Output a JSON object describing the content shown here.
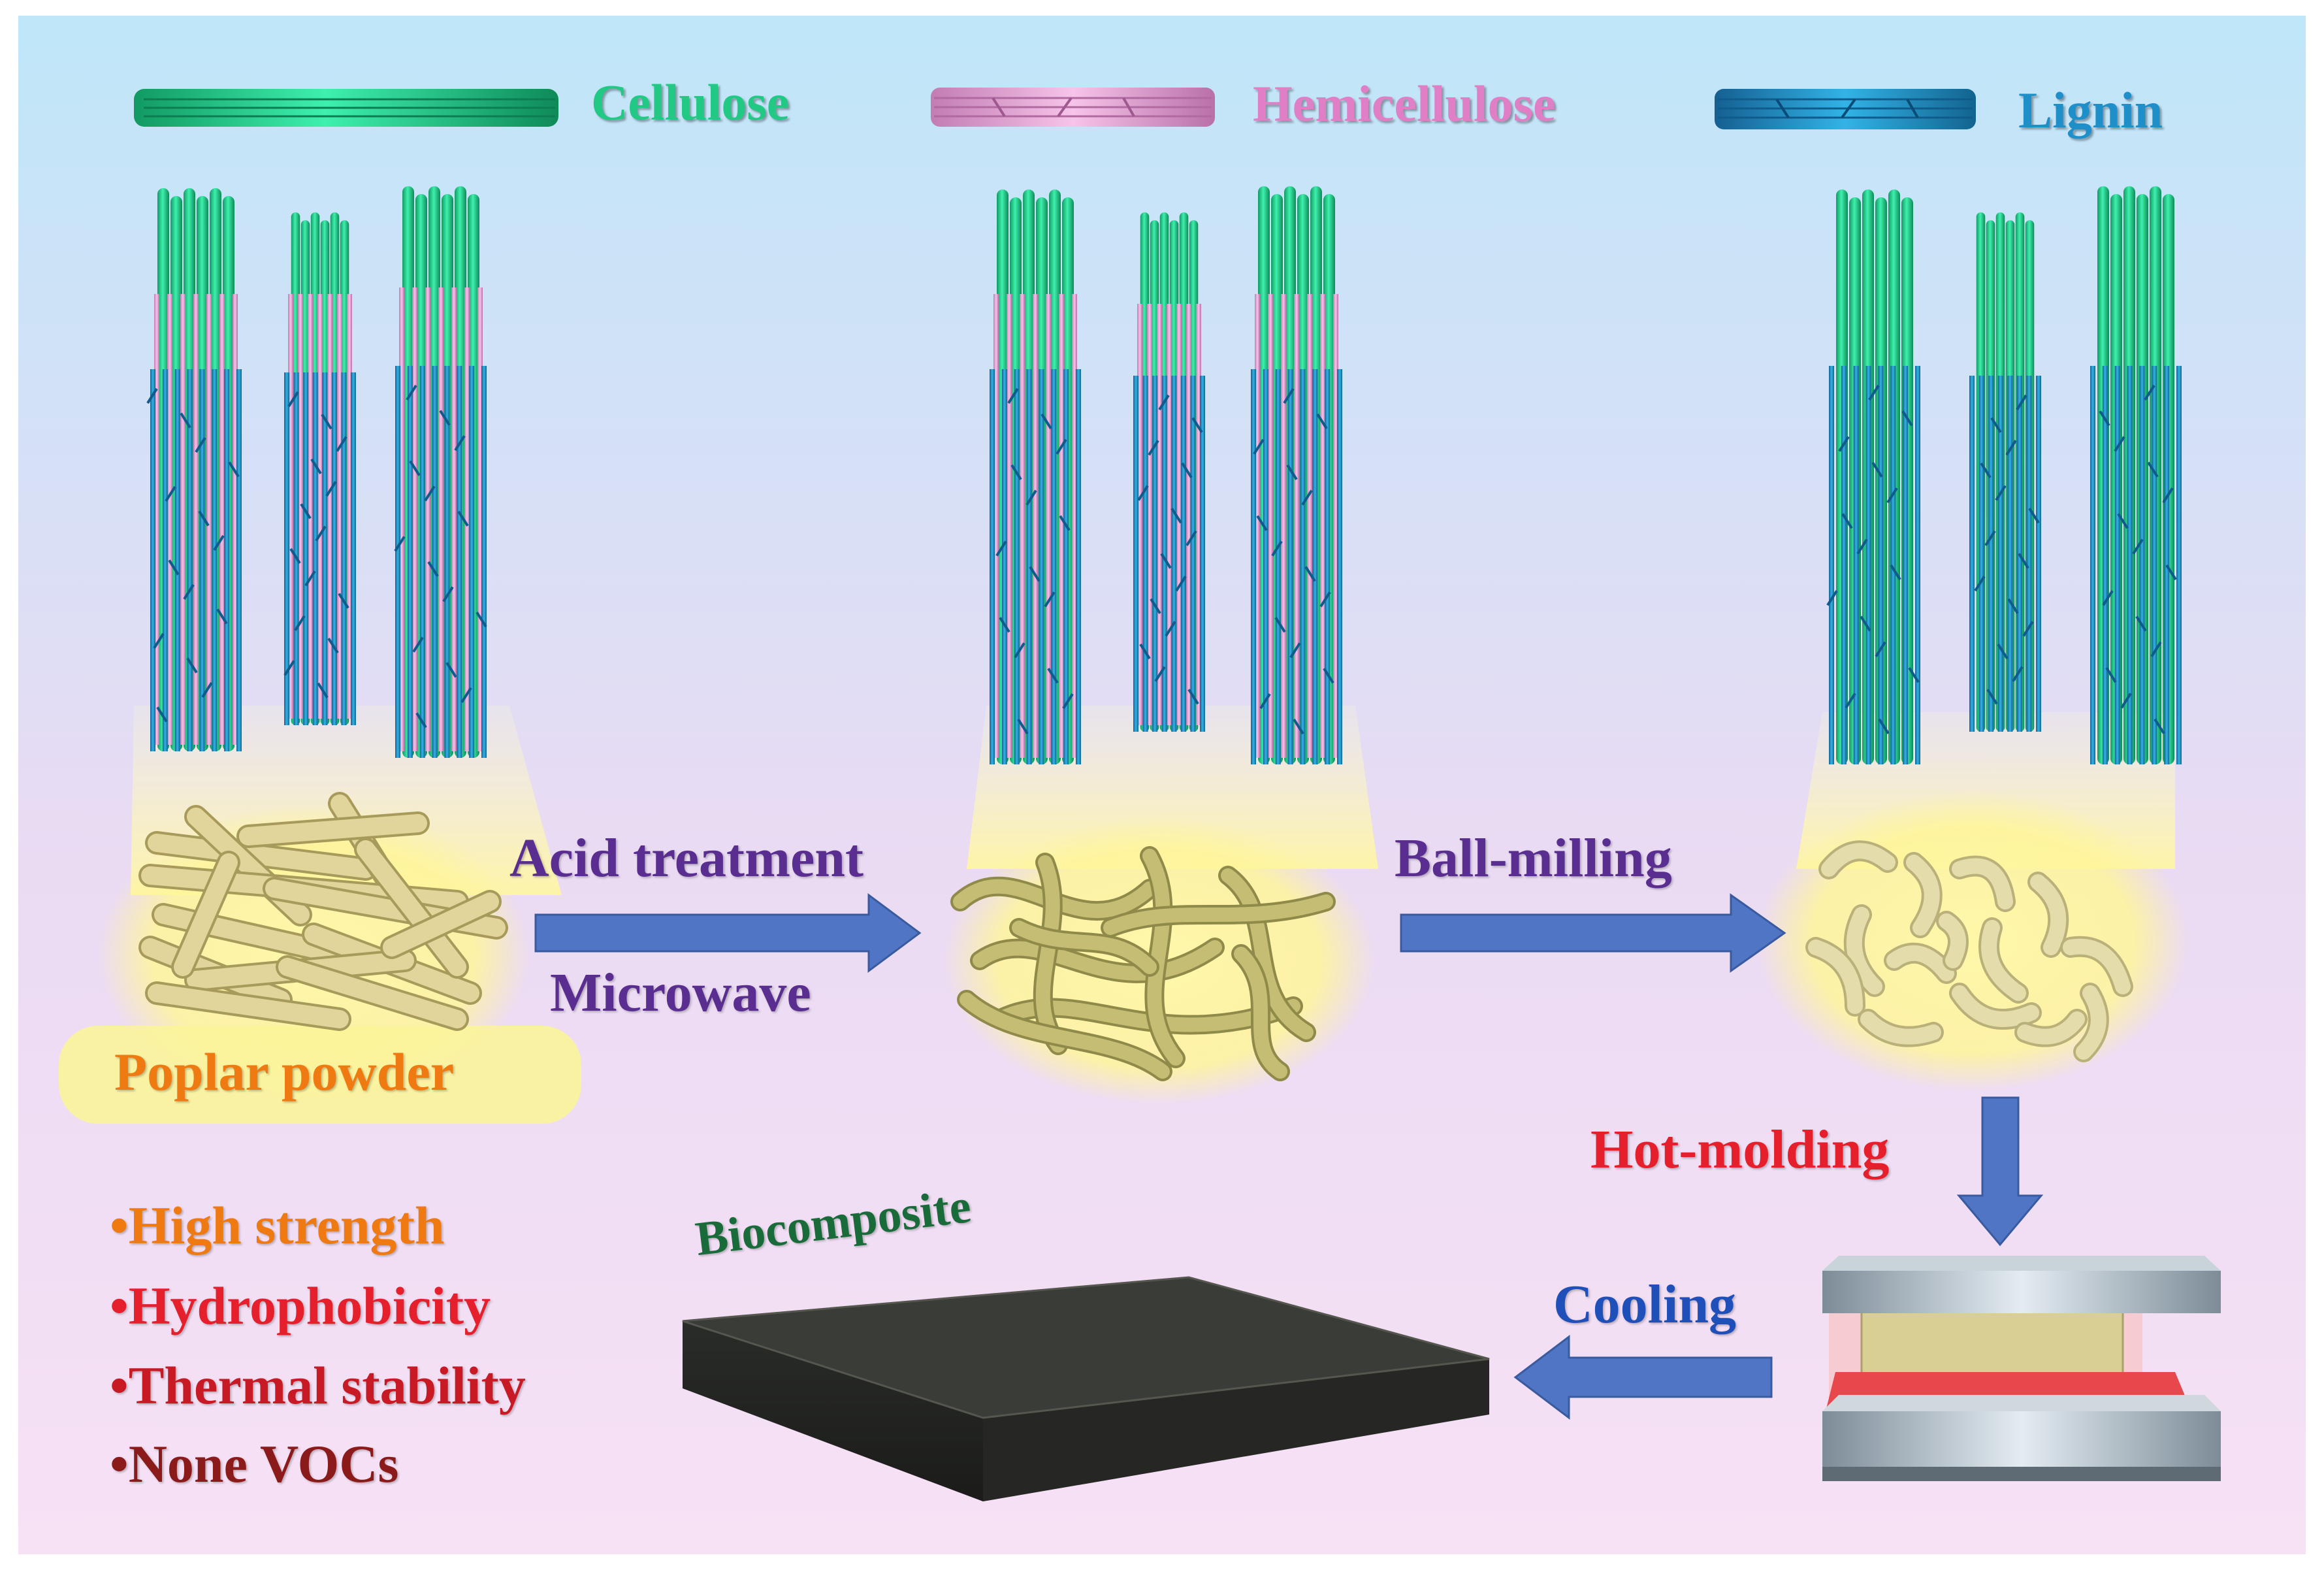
{
  "legend": {
    "cellulose": "Cellulose",
    "hemicellulose": "Hemicellulose",
    "lignin": "Lignin"
  },
  "colors": {
    "cellulose": "#22d18e",
    "hemicellulose": "#e8a2d6",
    "lignin": "#1f8fc9",
    "bg_top": "#bfe6f9",
    "bg_bottom": "#f7e1f5",
    "arrow": "#4f75c4",
    "powder": "#d8c98a",
    "orange": "#f07a12",
    "red": "#e51f2b",
    "dark_red": "#8b1a1a",
    "cooling_blue": "#1f4fb8",
    "composite": "#3a3c38"
  },
  "steps": {
    "acid_treatment": "Acid treatment",
    "microwave": "Microwave",
    "ball_milling": "Ball-milling",
    "hot_molding": "Hot-molding",
    "cooling": "Cooling"
  },
  "materials": {
    "poplar_powder": "Poplar powder",
    "biocomposite": "Biocomposite"
  },
  "properties": [
    "•High strength",
    "•Hydrophobicity",
    "•Thermal stability",
    "•None VOCs"
  ]
}
